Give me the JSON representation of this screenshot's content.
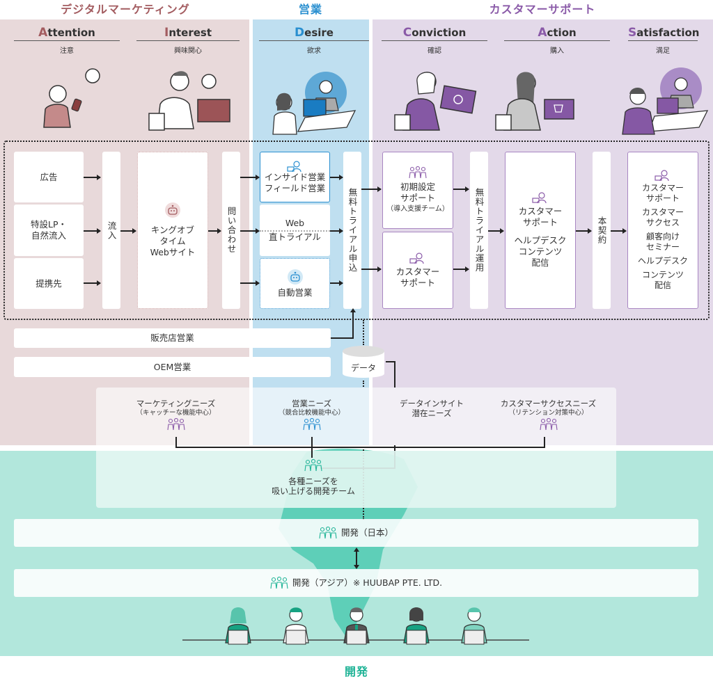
{
  "sections": {
    "marketing": {
      "title": "デジタルマーケティング",
      "color": "#a35c60"
    },
    "sales": {
      "title": "営業",
      "color": "#2a8fd0"
    },
    "support": {
      "title": "カスタマーサポート",
      "color": "#8a5aa8"
    },
    "dev": {
      "title": "開発",
      "color": "#1fb396"
    }
  },
  "stages": [
    {
      "cap": "A",
      "rest": "ttention",
      "ja": "注意",
      "color": "#a35c60"
    },
    {
      "cap": "I",
      "rest": "nterest",
      "ja": "興味関心",
      "color": "#a35c60"
    },
    {
      "cap": "D",
      "rest": "esire",
      "ja": "欲求",
      "color": "#2a8fd0"
    },
    {
      "cap": "C",
      "rest": "onviction",
      "ja": "確認",
      "color": "#8a5aa8"
    },
    {
      "cap": "A",
      "rest": "ction",
      "ja": "購入",
      "color": "#8a5aa8"
    },
    {
      "cap": "S",
      "rest": "atisfaction",
      "ja": "満足",
      "color": "#8a5aa8"
    }
  ],
  "flow": {
    "sources": [
      "広告",
      "特設LP・\n自然流入",
      "提携先"
    ],
    "inflow": "流入",
    "website": {
      "line1": "キングオブ",
      "line2": "タイム",
      "line3": "Webサイト"
    },
    "inquiry": "問い合わせ",
    "sales_channels": {
      "inside": {
        "line1": "インサイド営業",
        "line2": "フィールド営業"
      },
      "web": {
        "line1": "Web",
        "line2": "直トライアル"
      },
      "auto": "自動営業"
    },
    "trial_apply": "無料トライアル申込",
    "onboarding": {
      "line1": "初期設定",
      "line2": "サポート",
      "line3": "（導入支援チーム）"
    },
    "cs_trial": {
      "line1": "カスタマー",
      "line2": "サポート"
    },
    "trial_ops": "無料トライアル運用",
    "action_box": {
      "line1": "カスタマー",
      "line2": "サポート",
      "line3": "ヘルプデスク",
      "line4": "コンテンツ",
      "line5": "配信"
    },
    "contract": "本契約",
    "satisfaction_box": {
      "i1a": "カスタマー",
      "i1b": "サポート",
      "i2a": "カスタマー",
      "i2b": "サクセス",
      "i3a": "顧客向け",
      "i3b": "セミナー",
      "i4": "ヘルプデスク",
      "i5a": "コンテンツ",
      "i5b": "配信"
    }
  },
  "channels": {
    "reseller": "販売店営業",
    "oem": "OEM営業",
    "data": "データ"
  },
  "needs": {
    "marketing": {
      "title": "マーケティングニーズ",
      "sub": "（キャッチーな機能中心）"
    },
    "sales": {
      "title": "営業ニーズ",
      "sub": "（競合比較機能中心）"
    },
    "data": {
      "line1": "データインサイト",
      "line2": "潜在ニーズ"
    },
    "cs": {
      "title": "カスタマーサクセスニーズ",
      "sub": "（リテンション対策中心）"
    },
    "dev_team": {
      "line1": "各種ニーズを",
      "line2": "吸い上げる開発チーム"
    }
  },
  "dev": {
    "japan": "開発（日本）",
    "asia": "開発（アジア）※ HUUBAP PTE. LTD."
  }
}
